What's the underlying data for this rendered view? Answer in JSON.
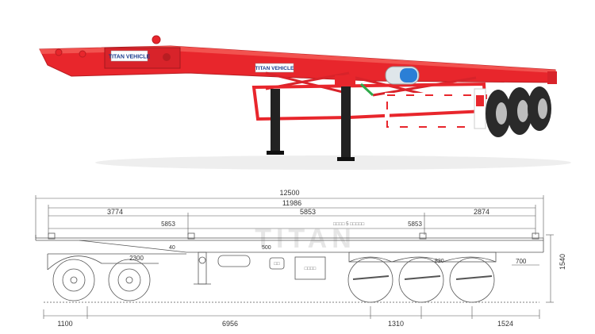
{
  "photo": {
    "brand_label": "TITAN VEHICLE",
    "colors": {
      "chassis": "#e8262c",
      "chassis_dark": "#b81d22",
      "leg": "#222222",
      "tire": "#2a2a2a",
      "tank": "#2b7fd6"
    }
  },
  "drawing": {
    "watermark": "TITAN",
    "top_dims": {
      "overall_length": "12500",
      "inner_length": "11986",
      "seg_left": "3774",
      "seg_mid": "5853",
      "seg_right": "2874",
      "lock_left": "5853",
      "lock_right": "5853"
    },
    "side_dims": {
      "d_2300": "2300",
      "d_40": "40",
      "d_500": "500",
      "d_820": "820",
      "d_700": "700",
      "height": "1540"
    },
    "bottom_dims": {
      "front_overhang": "1100",
      "kingpin_to_axle": "6956",
      "axle_spacing": "1310",
      "rear_overhang": "1524"
    },
    "small_labels": {
      "tag_box": "□□□□",
      "tag_small": "□□",
      "note": "□□□□ 5 □□□□□"
    },
    "colors": {
      "line": "#555555",
      "text": "#333333"
    }
  }
}
